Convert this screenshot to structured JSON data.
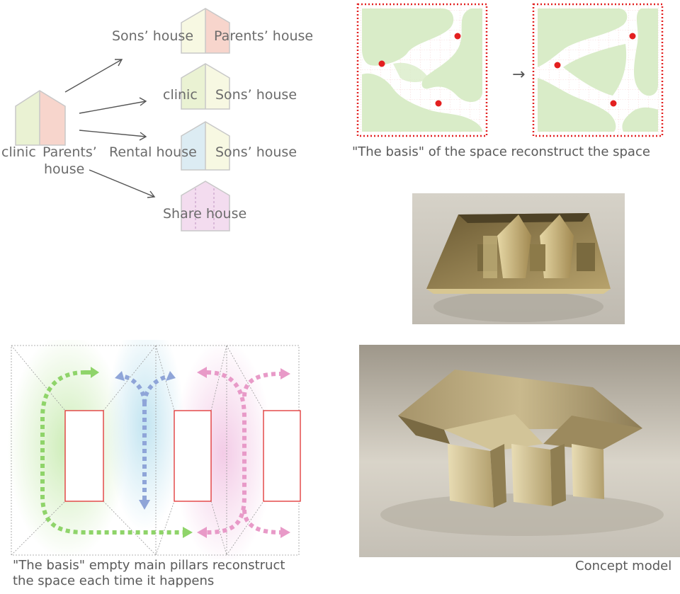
{
  "house_diagram": {
    "origin": {
      "left_label": "clinic",
      "right_label_line1": "Parents’",
      "right_label_line2": "house"
    },
    "options": [
      {
        "left": "Sons’ house",
        "right": "Parents’ house",
        "left_color": "#f7f8e2",
        "right_color": "#f7d5cc"
      },
      {
        "left": "clinic",
        "right": "Sons’ house",
        "left_color": "#eaf2d3",
        "right_color": "#f7f8e2"
      },
      {
        "left": "Rental house",
        "right": "Sons’ house",
        "left_color": "#dcecf3",
        "right_color": "#f7f8e2"
      },
      {
        "left": "Share house",
        "right": "",
        "left_color": "#f3dcef",
        "right_color": "#f3dcef"
      }
    ],
    "colors": {
      "clinic": "#eaf2d3",
      "parents": "#f7d5cc",
      "outline": "#c8c8c8",
      "arrow": "#555555"
    }
  },
  "basis_diagram": {
    "caption": "\"The basis\" of the space reconstruct the space",
    "arrow_glyph": "→",
    "colors": {
      "fill": "#d9ecc8",
      "frame": "#e32222",
      "dot": "#e31f1f"
    }
  },
  "plan_diagram": {
    "caption_line1": "\"The basis\"  empty main pillars  reconstruct",
    "caption_line2": "the space each time it happens",
    "colors": {
      "pillar": "#e03030",
      "green": "#8fd46a",
      "blue": "#8fa5d8",
      "pink": "#e89ac8",
      "grid": "#aaaaaa"
    }
  },
  "photos": {
    "top_model": {
      "icon": "folded-brass-model-top-view"
    },
    "bottom_model": {
      "icon": "folded-brass-model-perspective",
      "caption": "Concept model"
    }
  }
}
